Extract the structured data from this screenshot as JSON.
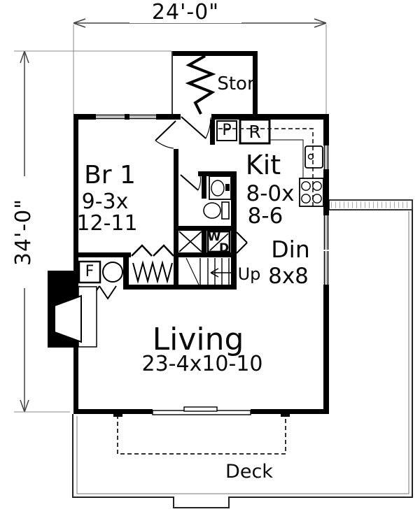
{
  "plan": {
    "dim_width": "24'-0\"",
    "dim_height": "34'-0\"",
    "rooms": {
      "storage": {
        "name": "Stor"
      },
      "bedroom": {
        "name": "Br 1",
        "dim1": "9-3x",
        "dim2": "12-11"
      },
      "kitchen": {
        "name": "Kit",
        "dim1": "8-0x",
        "dim2": "8-6"
      },
      "dining": {
        "name": "Din",
        "dim": "8x8"
      },
      "living": {
        "name": "Living",
        "dim": "23-4x10-10"
      },
      "deck": {
        "name": "Deck"
      }
    },
    "fixtures": {
      "pantry": "P",
      "fridge": "R",
      "furnace": "F",
      "washer": "W",
      "dryer": "D"
    },
    "stairs": {
      "direction": "Up"
    },
    "colors": {
      "wall": "#000000",
      "background": "#ffffff",
      "thin_line": "#555555",
      "window_line": "#999999"
    }
  }
}
